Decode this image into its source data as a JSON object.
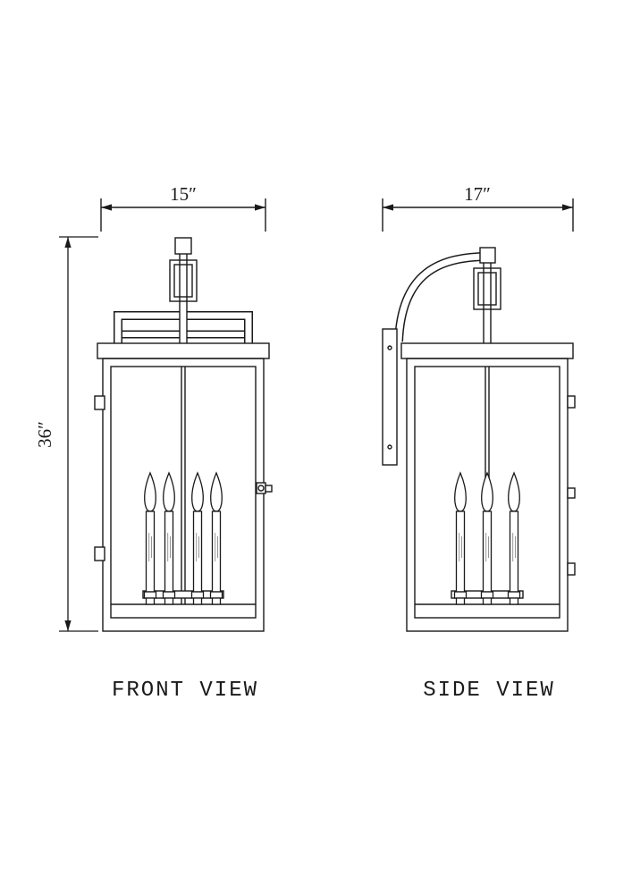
{
  "page": {
    "background": "#ffffff",
    "line_color": "#1a1a1a"
  },
  "dimensions": {
    "front_width": "15″",
    "side_width": "17″",
    "height": "36″"
  },
  "views": {
    "front": {
      "label": "FRONT VIEW"
    },
    "side": {
      "label": "SIDE VIEW"
    }
  }
}
